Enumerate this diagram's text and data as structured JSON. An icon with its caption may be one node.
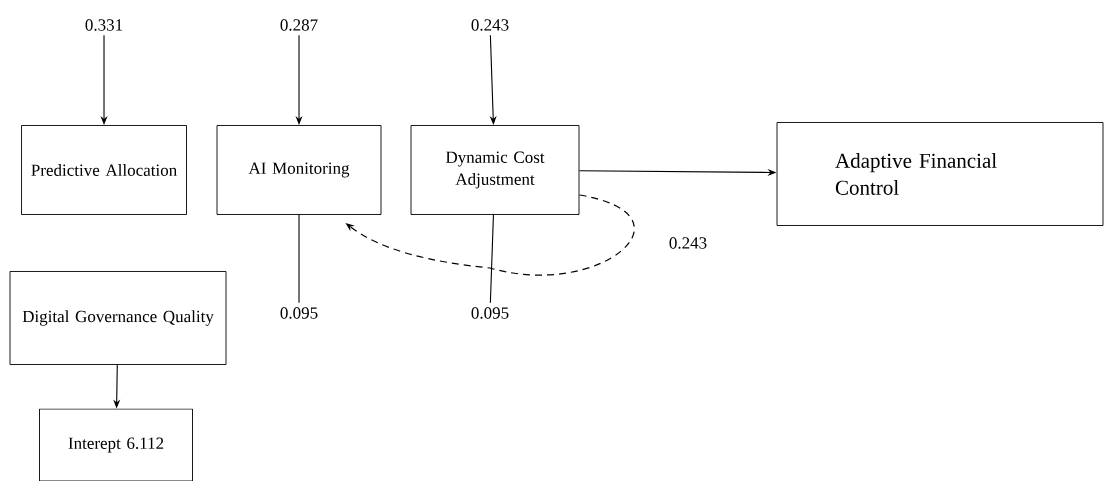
{
  "diagram": {
    "nodes": [
      {
        "text": [
          "0.331"
        ]
      },
      {
        "text": [
          "0.287"
        ]
      },
      {
        "text": [
          "0.243"
        ]
      },
      {
        "text": [
          "Predictive Allocation"
        ]
      },
      {
        "text": [
          "AI Monitoring"
        ]
      },
      {
        "text": [
          "Dynamic Cost Adjustment"
        ]
      },
      {
        "text": [
          "Adaptive Financial Control"
        ]
      },
      {
        "text": [
          "0.095"
        ]
      },
      {
        "text": [
          "0.095"
        ]
      },
      {
        "text": [
          "Digital Governance Quality"
        ]
      },
      {
        "text": [
          "Interept 6.112"
        ]
      }
    ],
    "edges": [
      {
        "from": 0,
        "to": 3,
        "arrow": "to"
      },
      {
        "from": 1,
        "to": 4,
        "arrow": "to"
      },
      {
        "from": 2,
        "to": 5,
        "arrow": "to"
      },
      {
        "from": 5,
        "to": 6,
        "arrow": "to"
      },
      {
        "from": 4,
        "to": 7,
        "arrow": "none"
      },
      {
        "from": 5,
        "to": 8,
        "arrow": "none"
      },
      {
        "from": 5,
        "to": 4,
        "arrow": "to",
        "style": "dashed",
        "label": "0.243"
      },
      {
        "from": 9,
        "to": 10,
        "arrow": "to"
      }
    ]
  }
}
